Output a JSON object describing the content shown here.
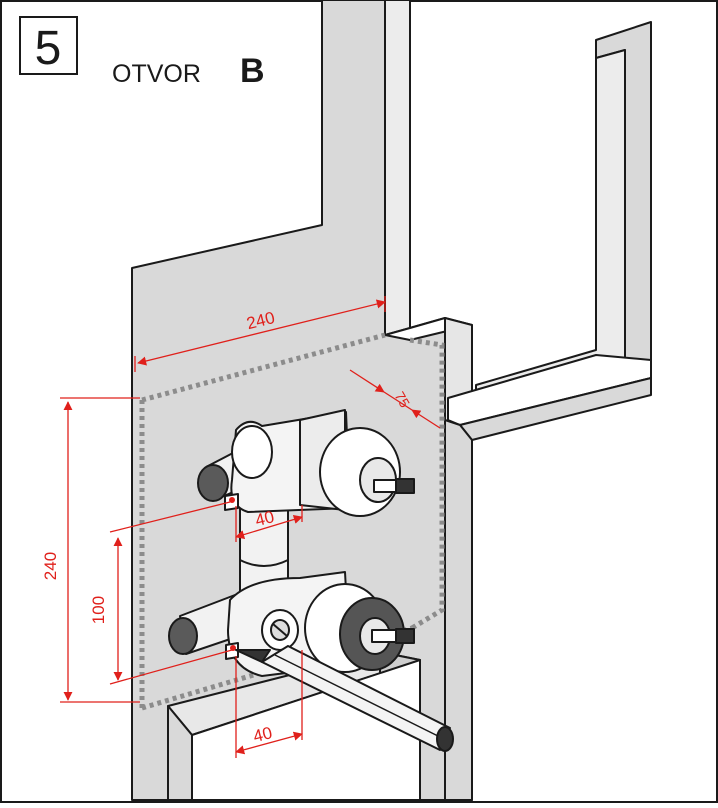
{
  "step": {
    "number": "5",
    "prefix": "OTVOR",
    "letter": "B"
  },
  "dimensions": {
    "wall_width": "240",
    "depth": "75",
    "height": "240",
    "valve_spacing": "100",
    "upper_offset": "40",
    "lower_offset": "40"
  },
  "colors": {
    "wall": "#d9d9d9",
    "wall_edge": "#c4c4c4",
    "outline": "#1a1a1a",
    "dimension": "#e0201b",
    "cutout": "#8c8c8c",
    "metal": "#efefef",
    "dark_cap": "#555555"
  }
}
